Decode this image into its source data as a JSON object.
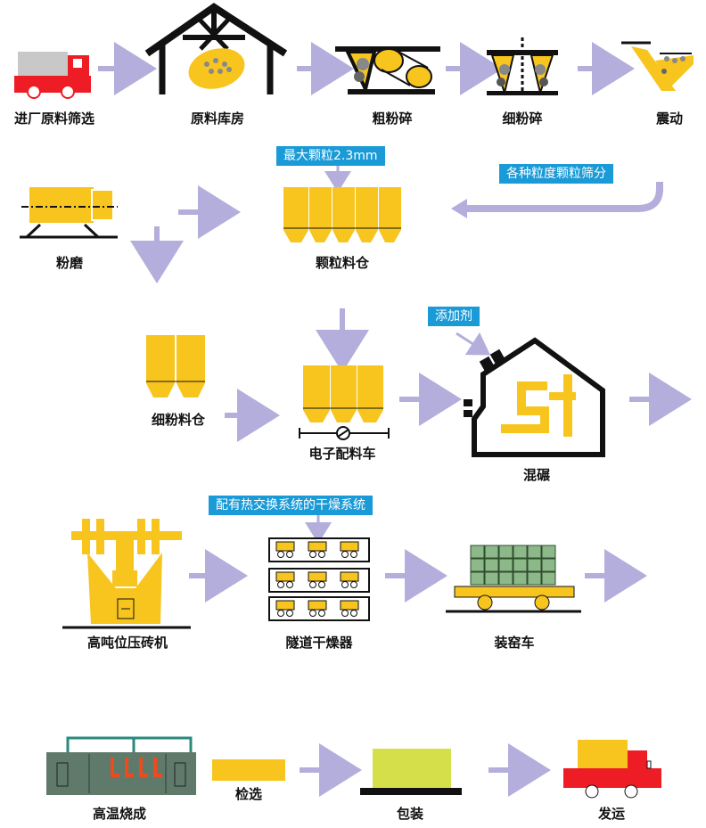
{
  "row1": {
    "raw_material_screening": "进厂原料筛选",
    "raw_material_warehouse": "原料库房",
    "coarse_crushing": "粗粉碎",
    "fine_crushing": "细粉碎",
    "vibration": "震动"
  },
  "row2": {
    "max_particle_callout": "最大颗粒2.3mm",
    "grade_screening_callout": "各种粒度颗粒筛分",
    "grinding": "粉磨",
    "granule_bin": "颗粒料仓"
  },
  "row3": {
    "additive_callout": "添加剂",
    "fine_powder_bin": "细粉料仓",
    "batching_car": "电子配料车",
    "mixing_mill": "混碾"
  },
  "row4": {
    "dryer_callout": "配有热交换系统的干燥系统",
    "press": "高吨位压砖机",
    "tunnel_dryer": "隧道干燥器",
    "kiln_car_loading": "装窑车"
  },
  "row5": {
    "firing": "高温烧成",
    "inspection": "检选",
    "packaging": "包装",
    "shipping": "发运"
  },
  "colors": {
    "yellow": "#f7c51e",
    "arrow": "#b3aedb",
    "callout": "#1a9ad6",
    "red": "#ee1c25",
    "green_block": "#8db88a",
    "kiln_gray": "#5f7a6a",
    "kiln_frame": "#2b8a7e",
    "product_green": "#d4df4a",
    "black": "#111111"
  }
}
